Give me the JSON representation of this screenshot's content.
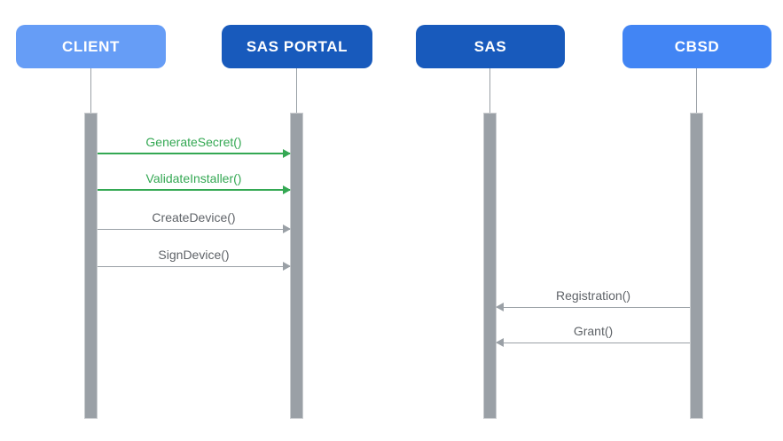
{
  "diagram": {
    "type": "sequence-diagram",
    "background_color": "#ffffff",
    "actors": [
      {
        "id": "client",
        "label": "CLIENT",
        "box_color": "#669df6",
        "text_color": "#ffffff"
      },
      {
        "id": "sas-portal",
        "label": "SAS PORTAL",
        "box_color": "#185abc",
        "text_color": "#ffffff"
      },
      {
        "id": "sas",
        "label": "SAS",
        "box_color": "#185abc",
        "text_color": "#ffffff"
      },
      {
        "id": "cbsd",
        "label": "CBSD",
        "box_color": "#4285f4",
        "text_color": "#ffffff"
      }
    ],
    "lifeline_color": "#9aa0a6",
    "activation_bar_color": "#9aa0a6",
    "messages": [
      {
        "label": "GenerateSecret()",
        "from": "CLIENT",
        "to": "SAS PORTAL",
        "direction": "right",
        "color": "#34a853"
      },
      {
        "label": "ValidateInstaller()",
        "from": "CLIENT",
        "to": "SAS PORTAL",
        "direction": "right",
        "color": "#34a853"
      },
      {
        "label": "CreateDevice()",
        "from": "CLIENT",
        "to": "SAS PORTAL",
        "direction": "right",
        "color": "#9aa0a6"
      },
      {
        "label": "SignDevice()",
        "from": "CLIENT",
        "to": "SAS PORTAL",
        "direction": "right",
        "color": "#9aa0a6"
      },
      {
        "label": "Registration()",
        "from": "CBSD",
        "to": "SAS",
        "direction": "left",
        "color": "#9aa0a6"
      },
      {
        "label": "Grant()",
        "from": "CBSD",
        "to": "SAS",
        "direction": "left",
        "color": "#9aa0a6"
      }
    ]
  }
}
